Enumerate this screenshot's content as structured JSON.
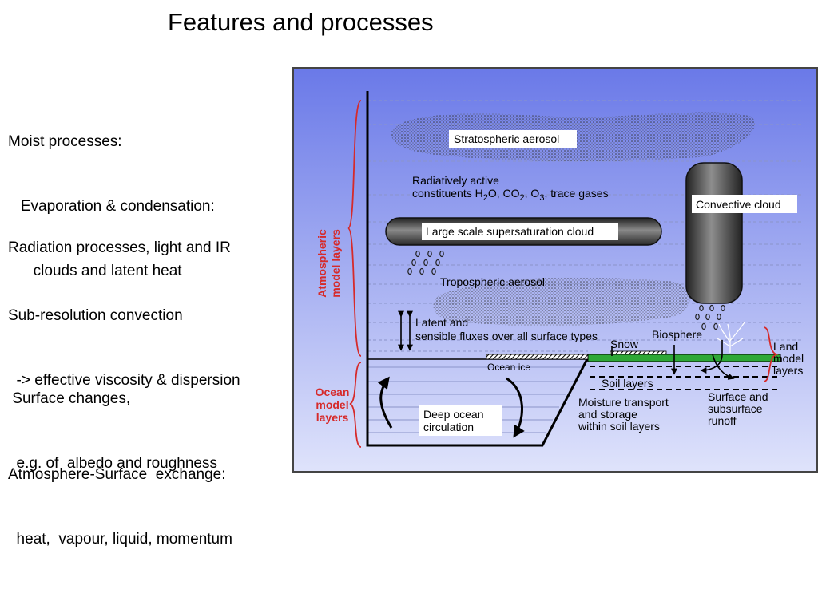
{
  "slide": {
    "title": "Features and processes"
  },
  "bullets": [
    {
      "lines": [
        "Moist processes:",
        "   Evaporation & condensation:",
        "      clouds and latent heat"
      ]
    },
    {
      "lines": [
        "Radiation processes, light and IR"
      ]
    },
    {
      "lines": [
        "Sub-resolution convection",
        "  -> effective viscosity & dispersion"
      ]
    },
    {
      "lines": [
        " Surface changes,",
        "  e.g. of  albedo and roughness"
      ]
    },
    {
      "lines": [
        "Atmosphere-Surface  exchange:",
        "  heat,  vapour, liquid, momentum"
      ]
    }
  ],
  "diagram": {
    "colors": {
      "background_top": "#6a79e8",
      "background_bottom": "#dfe3fb",
      "bracket_red": "#d62a2a",
      "land_green": "#2ea836",
      "cloud_dark": "#3a3a3a",
      "aerosol_dot": "#333333"
    },
    "atmos_bracket": [
      "Atmospheric",
      "model layers"
    ],
    "ocean_bracket": [
      "Ocean",
      "model",
      "layers"
    ],
    "land_bracket": [
      "Land",
      "model",
      "layers"
    ],
    "stratospheric_aerosol": "Stratospheric aerosol",
    "radiatively_active": {
      "line1": "Radiatively active",
      "line2_prefix": "constituents H",
      "h2o_sub": "2",
      "after_h2o": "O, CO",
      "co2_sub": "2",
      "after_co2": ", O",
      "o3_sub": "3",
      "after_o3": ", trace gases"
    },
    "convective_cloud": "Convective cloud",
    "large_scale_cloud": "Large scale supersaturation cloud",
    "tropospheric_aerosol": "Tropospheric aerosol",
    "latent_fluxes": [
      "Latent and",
      "sensible fluxes over all surface types"
    ],
    "snow": "Snow",
    "biosphere": "Biosphere",
    "ocean_ice": "Ocean ice",
    "soil_layers": "Soil layers",
    "moisture_transport": [
      "Moisture transport",
      "and storage",
      "within soil layers"
    ],
    "surface_runoff": [
      "Surface and",
      "subsurface",
      "runoff"
    ],
    "deep_ocean": [
      "Deep ocean",
      "circulation"
    ]
  }
}
